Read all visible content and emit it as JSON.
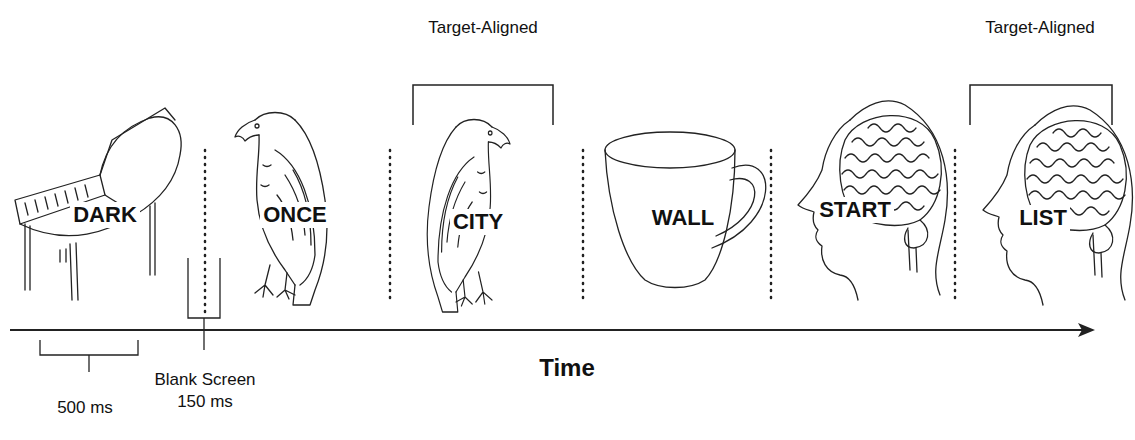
{
  "diagram": {
    "nodes": [
      {
        "text": [
          "DARK"
        ]
      },
      {
        "text": [
          "ONCE"
        ]
      },
      {
        "text": [
          "CITY"
        ]
      },
      {
        "text": [
          "WALL"
        ]
      },
      {
        "text": [
          "START"
        ]
      },
      {
        "text": [
          "LIST"
        ]
      }
    ],
    "labels": [
      "Target-Aligned",
      "Target-Aligned",
      "Time",
      "500 ms",
      "Blank Screen 150 ms"
    ]
  }
}
